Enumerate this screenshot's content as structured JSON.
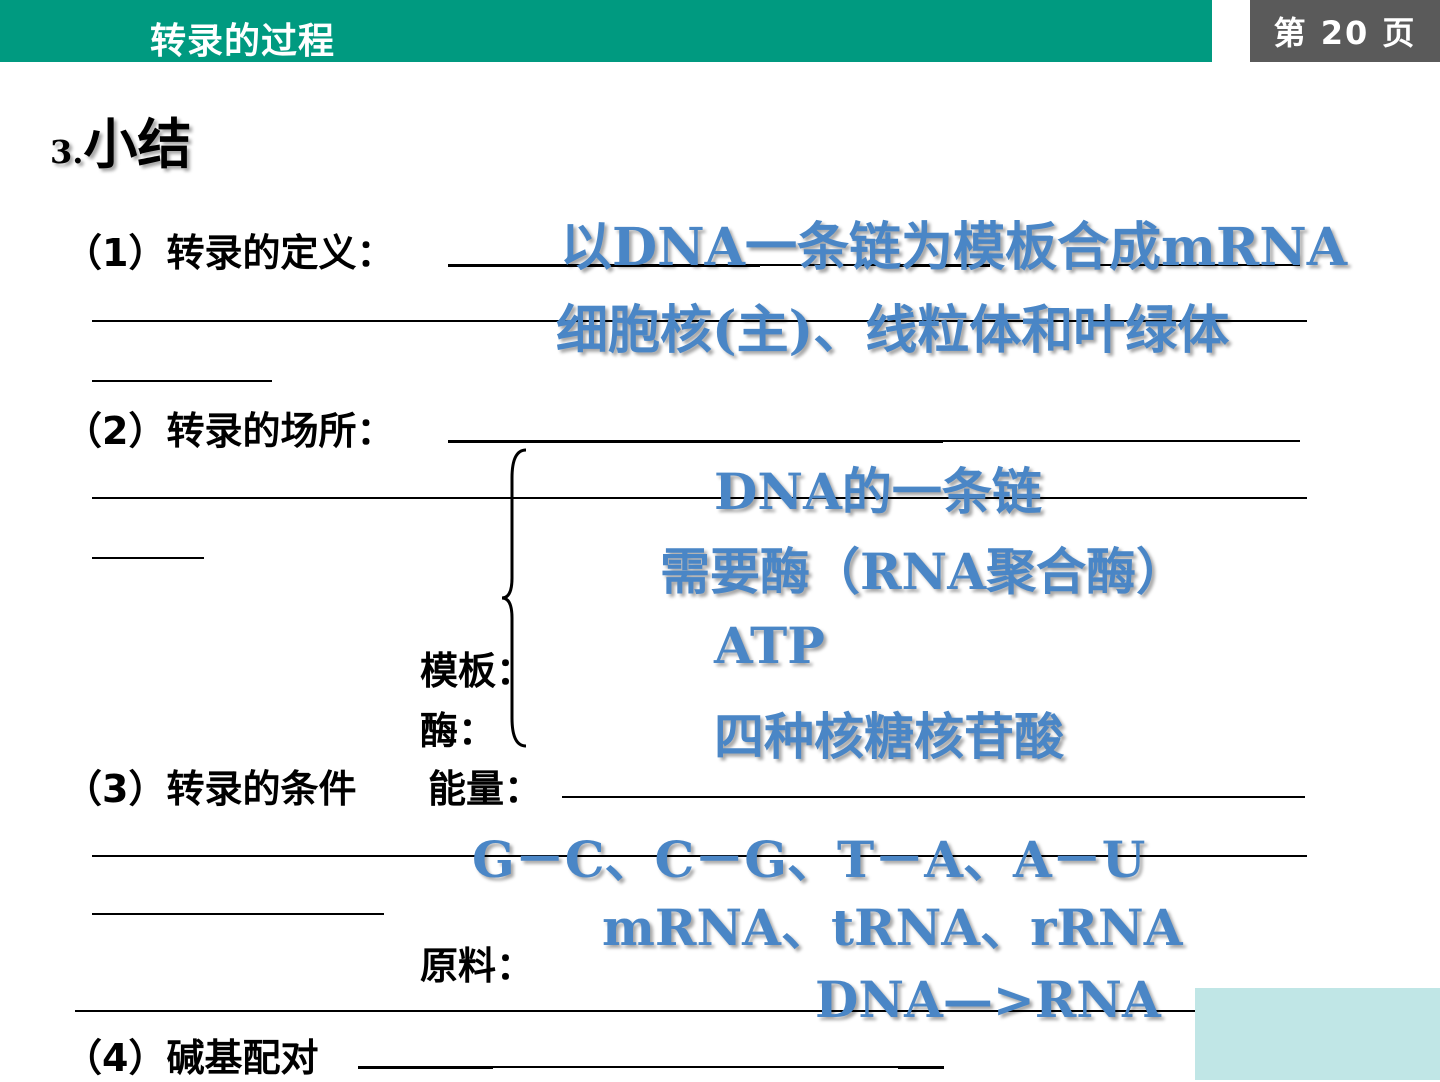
{
  "header": {
    "title": "转录的过程",
    "page_label": "第 20 页"
  },
  "section": {
    "number": "3",
    "dot": ".",
    "title": "小结"
  },
  "questions": {
    "q1": "（1）转录的定义：",
    "q2": "（2）转录的场所：",
    "q3": "（3）转录的条件",
    "q4": "（4）碱基配对"
  },
  "conditions": {
    "template": "模板：",
    "enzyme": "酶：",
    "energy": "能量：",
    "material": "原料："
  },
  "answers": {
    "a1": "以DNA一条链为模板合成mRNA",
    "a2": "细胞核(主)、线粒体和叶绿体",
    "a3": "DNA的一条链",
    "a4": "需要酶（RNA聚合酶）",
    "a5": "ATP",
    "a6": "四种核糖核苷酸",
    "a7": "G－C、C－G、T－A、A－U",
    "a8": "mRNA、tRNA、rRNA",
    "a9": "DNA—>RNA"
  },
  "colors": {
    "header": "#009a80",
    "badge": "#5a5a5a",
    "answer": "#4a86c6",
    "corner": "#c0e6e6"
  }
}
